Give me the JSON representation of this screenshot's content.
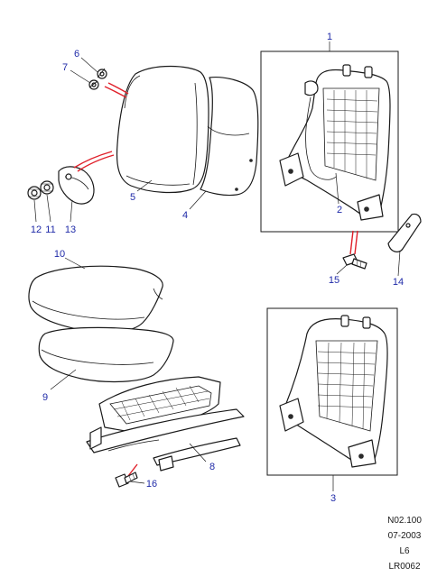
{
  "callouts": [
    {
      "id": "1",
      "label": "1"
    },
    {
      "id": "2",
      "label": "2"
    },
    {
      "id": "3",
      "label": "3"
    },
    {
      "id": "4",
      "label": "4"
    },
    {
      "id": "5",
      "label": "5"
    },
    {
      "id": "6",
      "label": "6"
    },
    {
      "id": "7",
      "label": "7"
    },
    {
      "id": "8",
      "label": "8"
    },
    {
      "id": "9",
      "label": "9"
    },
    {
      "id": "10",
      "label": "10"
    },
    {
      "id": "11",
      "label": "11"
    },
    {
      "id": "12",
      "label": "12"
    },
    {
      "id": "13",
      "label": "13"
    },
    {
      "id": "14",
      "label": "14"
    },
    {
      "id": "15",
      "label": "15"
    },
    {
      "id": "16",
      "label": "16"
    }
  ],
  "reference": {
    "code": "N02.100",
    "date": "07-2003",
    "model": "L6",
    "drawing": "LR0062"
  },
  "colors": {
    "callout_text": "#1f2aa8",
    "highlight_lines": "#e0202a",
    "linework": "#1a1a1a"
  }
}
